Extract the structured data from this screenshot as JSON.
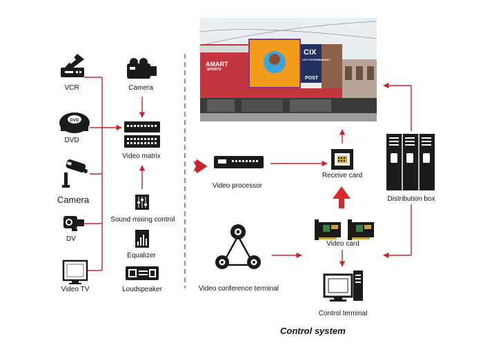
{
  "labels": {
    "vcr": "VCR",
    "dvd": "DVD",
    "camera_source": "Camera",
    "dv": "DV",
    "video_tv": "Video TV",
    "camera": "Camera",
    "video_matrix": "Video matrix",
    "sound_mixing_control": "Sound mixing control",
    "equalizer": "Equalizer",
    "loudspeaker": "Loudspeaker",
    "video_processor": "Video processor",
    "receive_card": "Receive card",
    "distribution_box": "Distribution box",
    "video_card": "Video card",
    "video_conference_terminal": "Video conference terminal",
    "control_terminal": "Control terminal",
    "control_system": "Control system"
  },
  "billboard": {
    "store_sign": "AMART",
    "store_sub": "SPORTS",
    "cix_sign": "CIX",
    "cix_sub": "CITY HYPERMARKET",
    "post_sign": "POST"
  },
  "colors": {
    "arrow": "#c8242b",
    "dashed": "#b22030",
    "device": "#1b1b1b"
  }
}
